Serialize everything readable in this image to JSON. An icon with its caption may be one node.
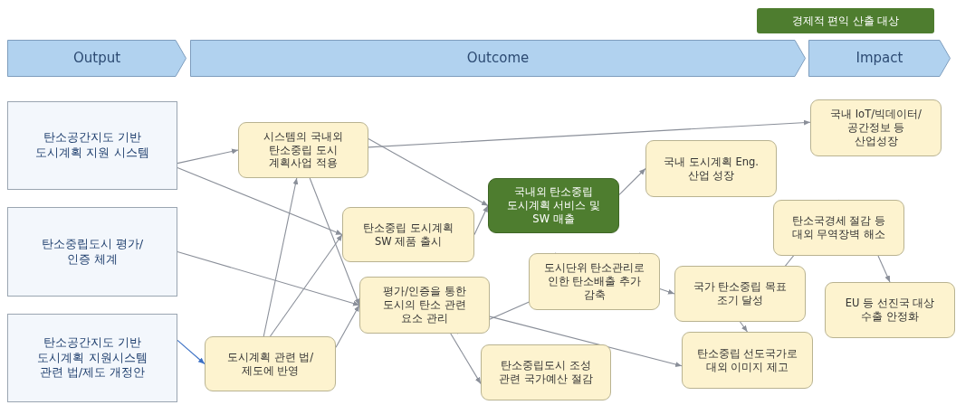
{
  "diagram": {
    "nodes": [
      {
        "text": [
          "Output"
        ]
      },
      {
        "text": [
          "Outcome"
        ]
      },
      {
        "text": [
          "Impact"
        ]
      },
      {
        "text": [
          "탄소공간지도 기반 도시계획 지원 시스템"
        ]
      },
      {
        "text": [
          "탄소중립도시 평가/인증 체계"
        ]
      },
      {
        "text": [
          "탄소공간지도 기반 도시계획 지원시스템 관련 법/제도 개정안"
        ]
      },
      {
        "text": [
          "시스템의 국내외 탄소중립 도시 계획사업 적용"
        ]
      },
      {
        "text": [
          "탄소중립 도시계획 SW 제품 출시"
        ]
      },
      {
        "text": [
          "국내외 탄소중립 도시계획 서비스 및 SW 매출"
        ]
      },
      {
        "text": [
          "국내 도시계획 Eng. 산업 성장"
        ]
      },
      {
        "text": [
          "국내 IoT/빅데이터/공간정보 등 산업성장"
        ]
      },
      {
        "text": [
          "평가/인증을 통한 도시의 탄소 관련 요소 관리"
        ]
      },
      {
        "text": [
          "도시계획 관련 법/제도에 반영"
        ]
      },
      {
        "text": [
          "도시단위 탄소관리로 인한 탄소배출 추가 감축"
        ]
      },
      {
        "text": [
          "탄소중립도시 조성 관련 국가예산 절감"
        ]
      },
      {
        "text": [
          "국가 탄소중립 목표 조기 달성"
        ]
      },
      {
        "text": [
          "탄소국경세 절감 등 대외 무역장벽 해소"
        ]
      },
      {
        "text": [
          "EU 등 선진국 대상 수출 안정화"
        ]
      },
      {
        "text": [
          "탄소중립 선도국가로 대외 이미지 제고"
        ]
      }
    ],
    "edges": [
      {
        "from": 3,
        "to": 6,
        "arrow": "to"
      },
      {
        "from": 3,
        "to": 7,
        "arrow": "to"
      },
      {
        "from": 4,
        "to": 11,
        "arrow": "to"
      },
      {
        "from": 5,
        "to": 12,
        "arrow": "to",
        "color": "#3a6fc4"
      },
      {
        "from": 12,
        "to": 6,
        "arrow": "to"
      },
      {
        "from": 12,
        "to": 7,
        "arrow": "to"
      },
      {
        "from": 12,
        "to": 11,
        "arrow": "to"
      },
      {
        "from": 6,
        "to": 11,
        "arrow": "to"
      },
      {
        "from": 6,
        "to": 10,
        "arrow": "to"
      },
      {
        "from": 6,
        "to": 8,
        "arrow": "to"
      },
      {
        "from": 7,
        "to": 8,
        "arrow": "to"
      },
      {
        "from": 8,
        "to": 9,
        "arrow": "to"
      },
      {
        "from": 11,
        "to": 13,
        "arrow": "to"
      },
      {
        "from": 11,
        "to": 14,
        "arrow": "to"
      },
      {
        "from": 11,
        "to": 18,
        "arrow": "to"
      },
      {
        "from": 13,
        "to": 15,
        "arrow": "to"
      },
      {
        "from": 15,
        "to": 16,
        "arrow": "to"
      },
      {
        "from": 15,
        "to": 18,
        "arrow": "to"
      },
      {
        "from": 16,
        "to": 17,
        "arrow": "to"
      }
    ],
    "legend": [
      {
        "text": "경제적 편익 산출 대상",
        "color": "#4e7d2f"
      }
    ]
  }
}
